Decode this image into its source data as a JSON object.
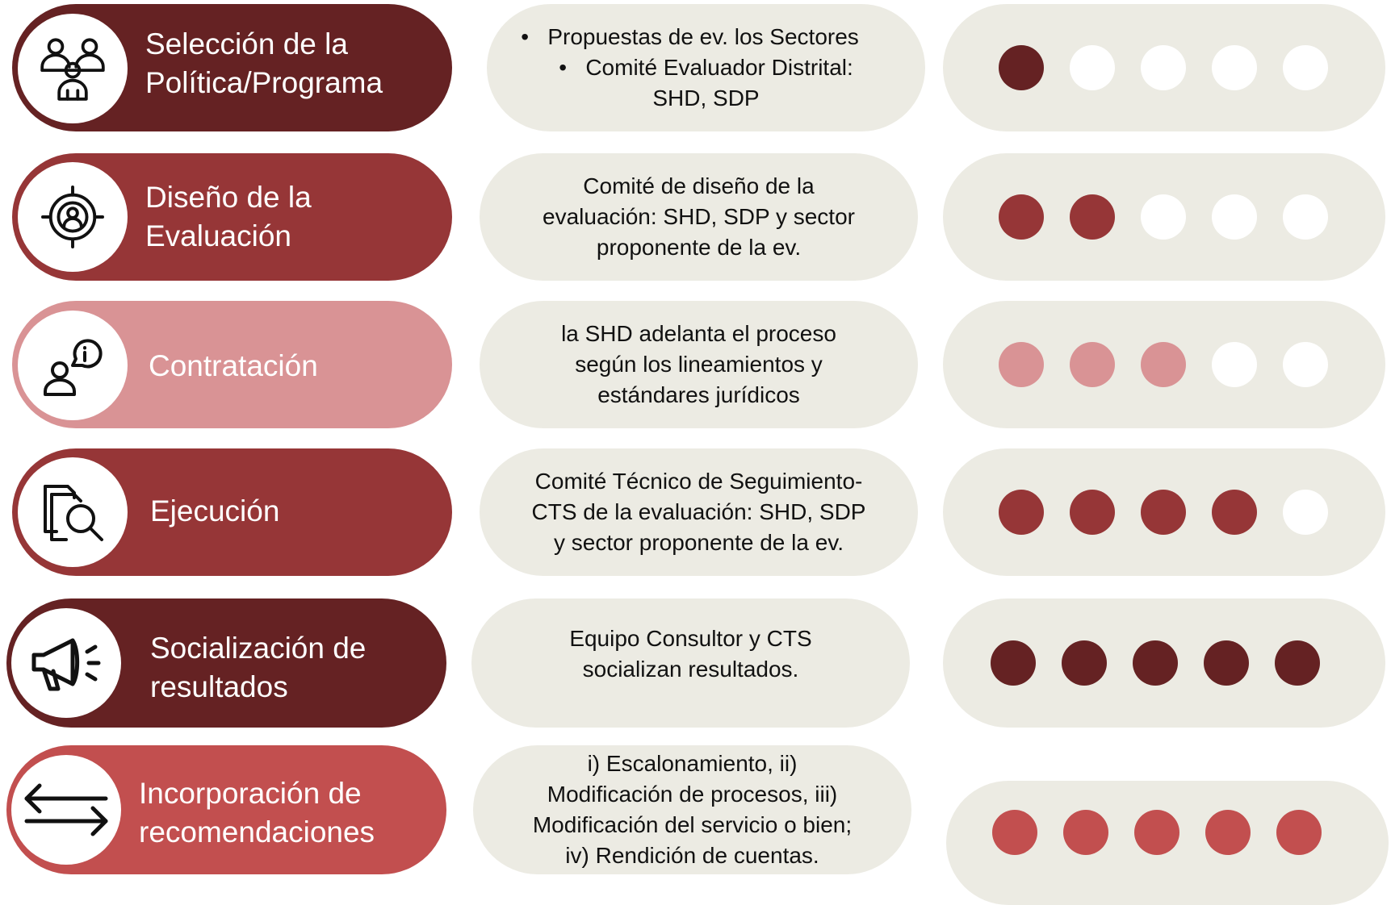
{
  "colors": {
    "dark": "#652223",
    "mid": "#963637",
    "light": "#d99395",
    "red": "#c24f4f",
    "empty": "#ffffff",
    "pill_bg": "#ecebe3"
  },
  "stages": [
    {
      "icon": "people-group-icon",
      "color": "#652223",
      "title_lines": [
        "Selección de la",
        "Política/Programa"
      ],
      "description_bullets": [
        "Propuestas de ev. los Sectores",
        "Comité Evaluador Distrital:"
      ],
      "description_lines": [
        "SHD, SDP"
      ],
      "progress_filled": 1,
      "progress_total": 5
    },
    {
      "icon": "target-person-icon",
      "color": "#963637",
      "title_lines": [
        "Diseño de la",
        "Evaluación"
      ],
      "description_lines": [
        "Comité de diseño de la",
        "evaluación:  SHD, SDP y sector",
        "proponente  de la ev."
      ],
      "progress_filled": 2,
      "progress_total": 5
    },
    {
      "icon": "person-info-icon",
      "color": "#d99395",
      "title_lines": [
        "Contratación"
      ],
      "description_lines": [
        "la SHD adelanta el proceso",
        "según los lineamientos y",
        "estándares jurídicos"
      ],
      "progress_filled": 3,
      "progress_total": 5
    },
    {
      "icon": "document-search-icon",
      "color": "#963637",
      "title_lines": [
        "Ejecución"
      ],
      "description_lines": [
        "Comité Técnico de Seguimiento-",
        "CTS de la evaluación:  SHD, SDP",
        "y sector proponente  de la ev."
      ],
      "progress_filled": 4,
      "progress_total": 5
    },
    {
      "icon": "megaphone-icon",
      "color": "#652223",
      "title_lines": [
        "Socialización  de",
        "resultados"
      ],
      "description_lines": [
        "Equipo Consultor  y CTS",
        "socializan resultados."
      ],
      "progress_filled": 5,
      "progress_total": 5
    },
    {
      "icon": "swap-arrows-icon",
      "color": "#c24f4f",
      "title_lines": [
        "Incorporación de",
        "recomendaciones"
      ],
      "description_lines": [
        "i) Escalonamiento,  ii)",
        "Modificación de procesos, iii)",
        "Modificación del servicio o bien;",
        "iv) Rendición de cuentas."
      ],
      "progress_filled": 5,
      "progress_total": 5
    }
  ]
}
